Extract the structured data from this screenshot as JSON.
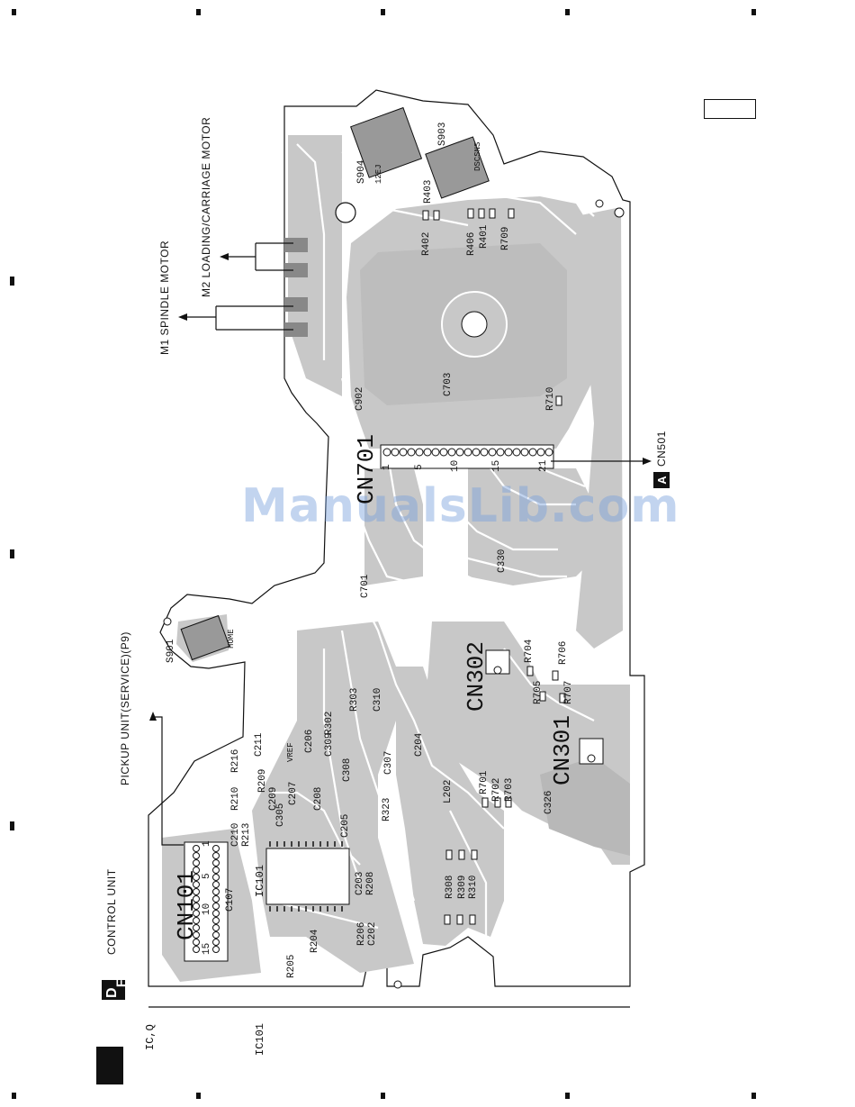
{
  "page": {
    "watermark": "ManualsLib.com",
    "unit_label": "CONTROL UNIT",
    "unit_code_letters": [
      "D",
      "F"
    ],
    "bottom_left": [
      "IC,Q",
      "IC101"
    ]
  },
  "labels": {
    "spindle_motor": "M1 SPINDLE MOTOR",
    "loading_motor": "M2 LOADING/CARRIAGE MOTOR",
    "pickup_unit": "PICKUP UNIT(SERVICE)(P9)",
    "cn501": "CN501",
    "cn501_tag": "A",
    "home": "HOME",
    "dscsns": "DSCSNS",
    "s904_sub": "12EJ"
  },
  "connectors": {
    "cn701": "CN701",
    "cn302": "CN302",
    "cn301": "CN301",
    "cn101": "CN101",
    "ic101": "IC101",
    "cn701_pins": [
      "1",
      "5",
      "10",
      "15",
      "21"
    ],
    "cn101_pins": [
      "1",
      "5",
      "10",
      "15"
    ]
  },
  "switches": [
    "S904",
    "S903",
    "S901"
  ],
  "refs": {
    "top": [
      "R403",
      "R402",
      "R406",
      "R401",
      "R709"
    ],
    "mid": [
      "C703",
      "C902",
      "R710",
      "C330",
      "C701"
    ],
    "cn302_area": [
      "R704",
      "R706",
      "R705",
      "R707"
    ],
    "cn301_area": [
      "R701",
      "R702",
      "R703",
      "C326"
    ],
    "lower": [
      "R308",
      "R309",
      "R310",
      "L202",
      "R303",
      "C310",
      "R302",
      "C309",
      "C307",
      "C204",
      "C206",
      "VREF",
      "R323",
      "C308"
    ],
    "cn101_area": [
      "R216",
      "C211",
      "R210",
      "R209",
      "C210",
      "C209",
      "R213",
      "C305",
      "C207",
      "C208",
      "C205",
      "C203",
      "C202",
      "R208",
      "R206",
      "R204",
      "R205",
      "C107"
    ]
  }
}
